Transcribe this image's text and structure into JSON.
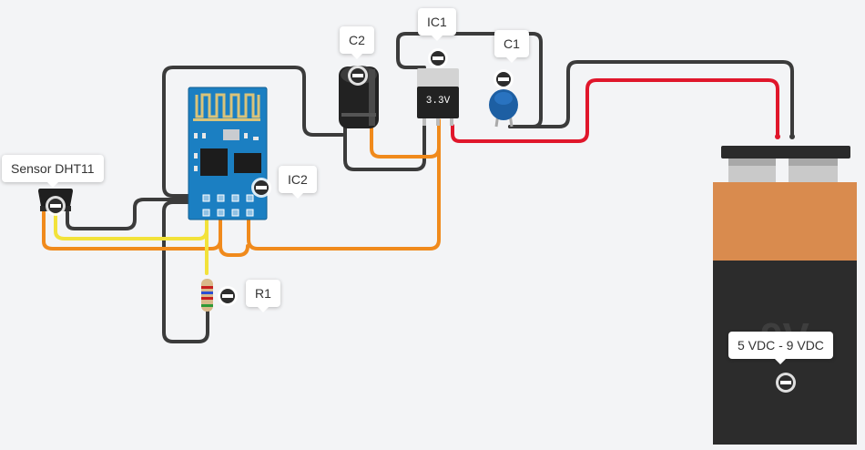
{
  "components": {
    "dht11": {
      "label": "Sensor DHT11"
    },
    "c2": {
      "label": "C2"
    },
    "ic1": {
      "label": "IC1",
      "marking": "3.3V"
    },
    "c1": {
      "label": "C1"
    },
    "ic2": {
      "label": "IC2"
    },
    "r1": {
      "label": "R1"
    },
    "battery": {
      "label": "5 VDC - 9 VDC",
      "marking": "9V"
    }
  },
  "wire_colors": {
    "black": "#3b3b3b",
    "red": "#e0162b",
    "orange": "#f08a1c",
    "yellow": "#f2e23a"
  }
}
